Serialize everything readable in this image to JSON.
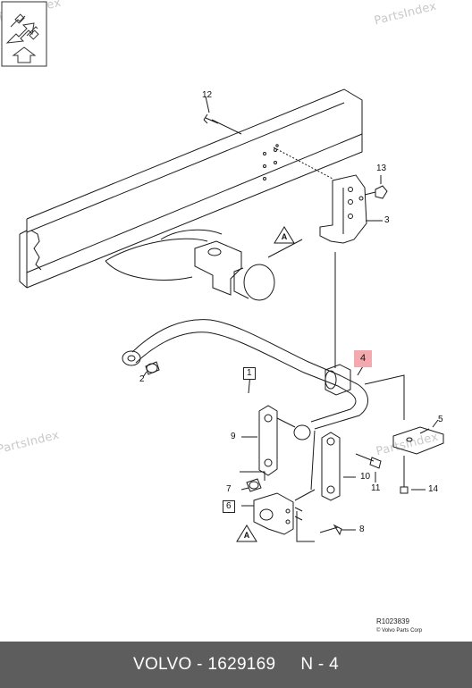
{
  "watermarks": [
    "PartsIndex",
    "PartsIndex",
    "PartsIndex",
    "PartsIndex"
  ],
  "callouts": {
    "c1": "1",
    "c2": "2",
    "c3": "3",
    "c4": "4",
    "c5": "5",
    "c6": "6",
    "c7": "7",
    "c8": "8",
    "c9": "9",
    "c10": "10",
    "c11": "11",
    "c12": "12",
    "c13": "13",
    "c14": "14"
  },
  "triangle_marks": [
    "A",
    "A"
  ],
  "reference": {
    "code": "R1023839",
    "copyright": "© Volvo Parts Corp"
  },
  "footer": {
    "brand": "VOLVO",
    "part_number": "1629169",
    "section": "N - 4"
  },
  "colors": {
    "highlight": "#f3a9ad",
    "footer_bg": "#5d5d5d",
    "watermark": "#c9c9c9"
  },
  "icons": [
    "navigation-arrows-icon",
    "up-arrow-icon"
  ]
}
